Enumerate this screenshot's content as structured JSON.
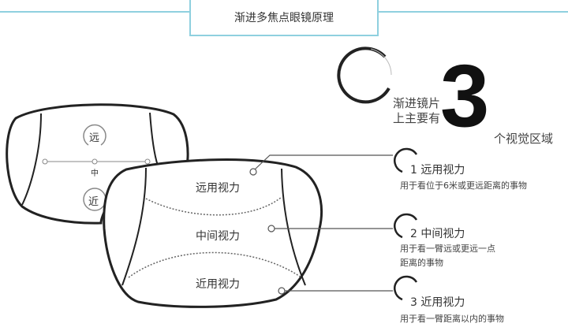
{
  "title": "渐进多焦点眼镜原理",
  "summary": {
    "line1": "渐进镜片",
    "line2": "上主要有",
    "number": "3",
    "suffix": "个视觉区域"
  },
  "back_lens": {
    "far": "远",
    "mid": "中",
    "near": "近"
  },
  "front_lens": {
    "far": "远用视力",
    "mid": "中间视力",
    "near": "近用视力"
  },
  "callouts": [
    {
      "heading": "1 远用视力",
      "desc": [
        "用于看位于6米或更远距离的事物"
      ]
    },
    {
      "heading": "2 中间视力",
      "desc": [
        "用于看一臂远或更远一点",
        "距离的事物"
      ]
    },
    {
      "heading": "3 近用视力",
      "desc": [
        "用于看一臂距离以内的事物"
      ]
    }
  ],
  "colors": {
    "accent": "#8fd0df",
    "stroke": "#222222"
  }
}
